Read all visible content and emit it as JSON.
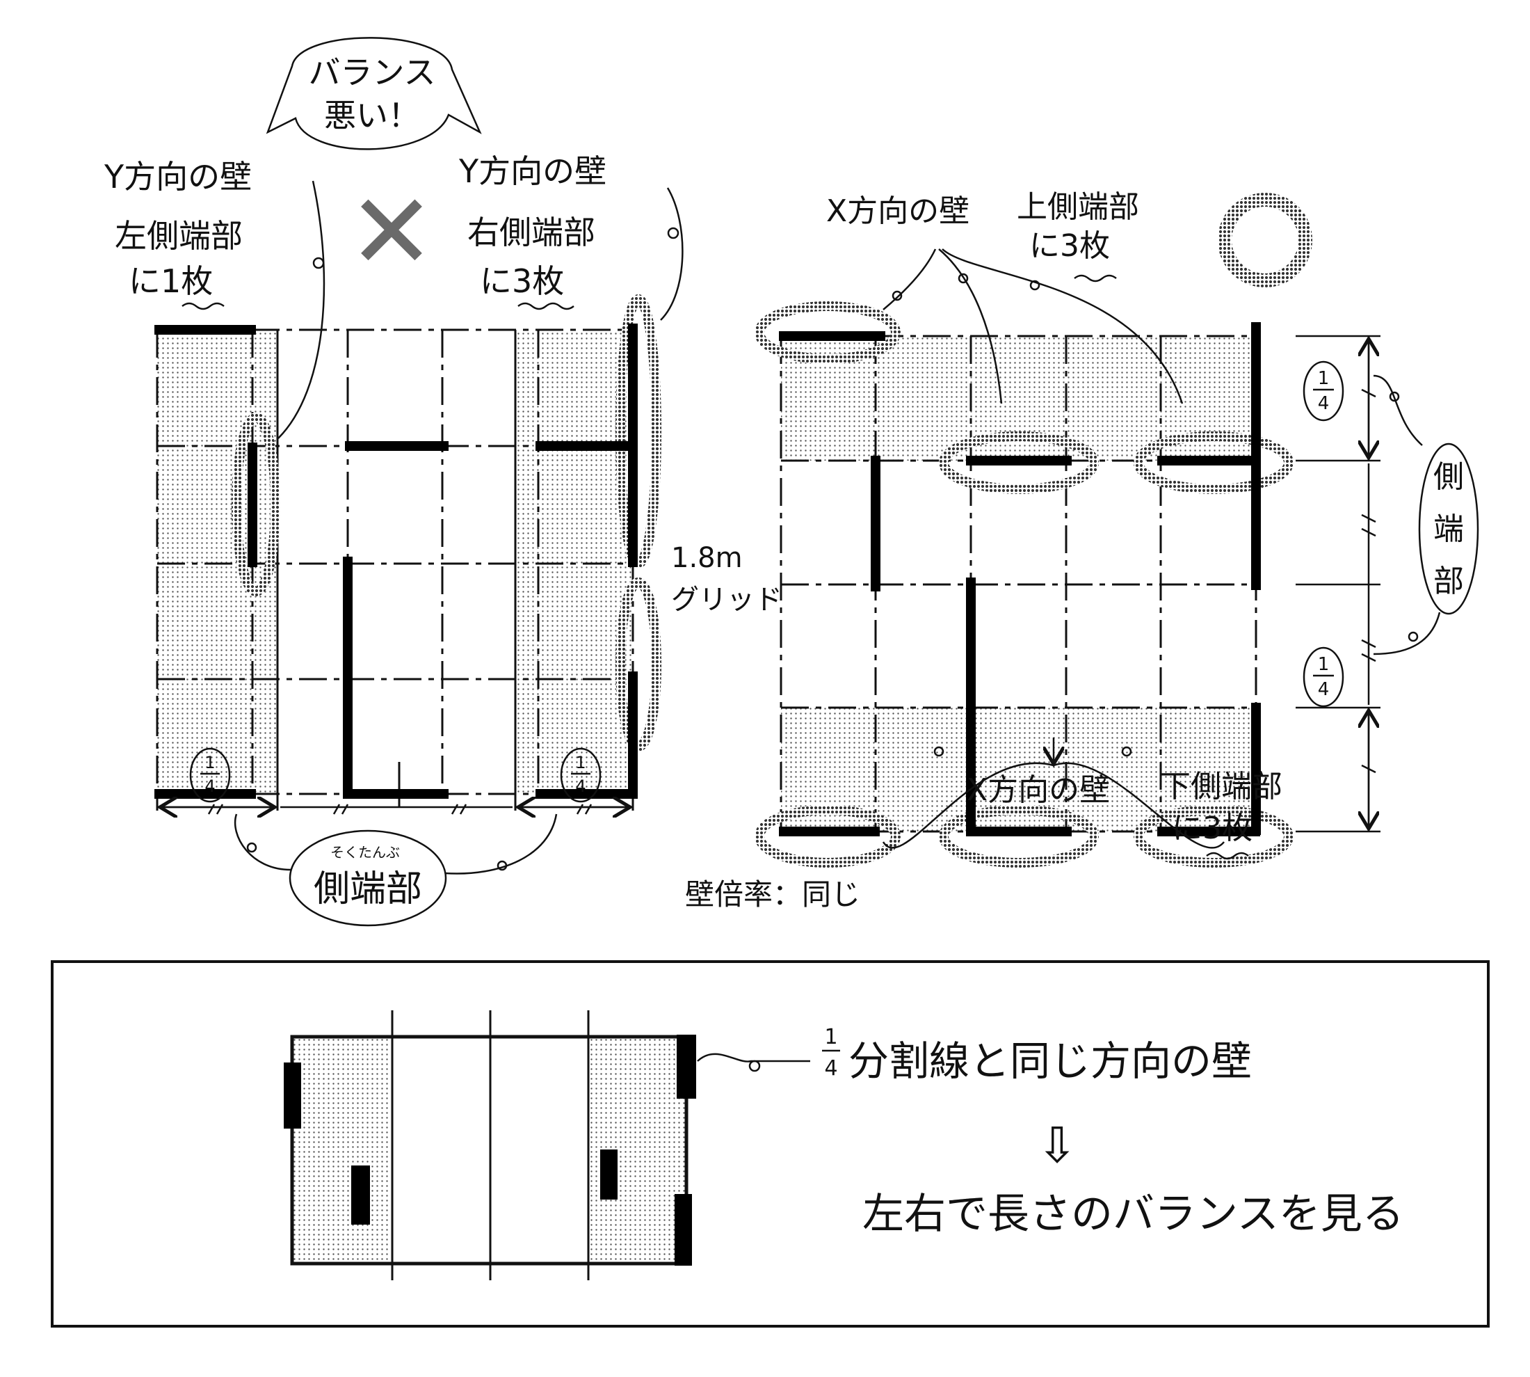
{
  "bubble": {
    "line1": "バランス",
    "line2": "悪い！"
  },
  "left_example": {
    "verdict": "✕",
    "left_note": {
      "line1": "Y方向の壁",
      "line2": "左側端部",
      "line3": "に1枚"
    },
    "right_note": {
      "line1": "Y方向の壁",
      "line2": "右側端部",
      "line3": "に3枚"
    },
    "quarter_left": {
      "num": "1",
      "den": "4"
    },
    "quarter_right": {
      "num": "1",
      "den": "4"
    },
    "side_end": {
      "label": "側端部",
      "ruby": "そくたんぶ"
    }
  },
  "right_example": {
    "verdict": "○",
    "top_note": {
      "line1": "X方向の壁",
      "line2": "上側端部",
      "line3": "に3枚"
    },
    "bottom_note": {
      "line1": "X方向の壁",
      "line2": "下側端部",
      "line3": "に3枚"
    },
    "quarter_top": {
      "num": "1",
      "den": "4"
    },
    "quarter_bottom": {
      "num": "1",
      "den": "4"
    },
    "side_end": {
      "label": [
        "側",
        "端",
        "部"
      ]
    }
  },
  "grid_note": {
    "line1": "1.8m",
    "line2": "グリッド"
  },
  "wall_ratio_note": "壁倍率：同じ",
  "summary_box": {
    "fraction": {
      "num": "1",
      "den": "4"
    },
    "line1": "分割線と同じ方向の壁",
    "arrow": "⇩",
    "line2": "左右で長さのバランスを見る"
  }
}
